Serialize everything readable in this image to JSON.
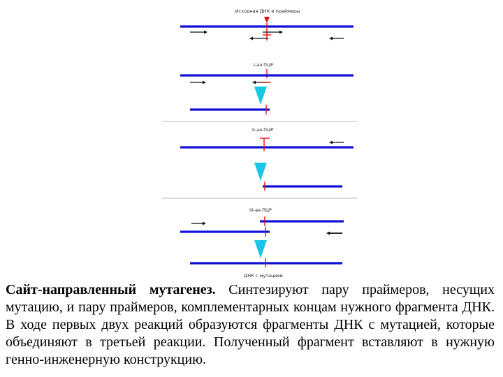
{
  "diagram": {
    "stage_labels": [
      "Исходная ДНК и праймеры",
      "I-ая ПЦР",
      "II-ая ПЦР",
      "III-ая ПЦР",
      "ДНК с мутацией"
    ],
    "colors": {
      "strand": "#1010d8",
      "mutation": "#e01010",
      "arrow": "#111111",
      "transition": "#1ac6e6",
      "divider": "#b8b8b8"
    }
  },
  "caption": {
    "title": "Сайт-направленный мутагенез.",
    "body": " Синтезируют пару праймеров, несущих мутацию, и пару праймеров, комплементарных концам нужного фрагмента ДНК. В ходе первых двух реакций образуются фрагменты ДНК с мутацией, которые объединяют в третьей реакции. Полученный фрагмент вставляют в нужную генно-инженерную конструкцию."
  }
}
